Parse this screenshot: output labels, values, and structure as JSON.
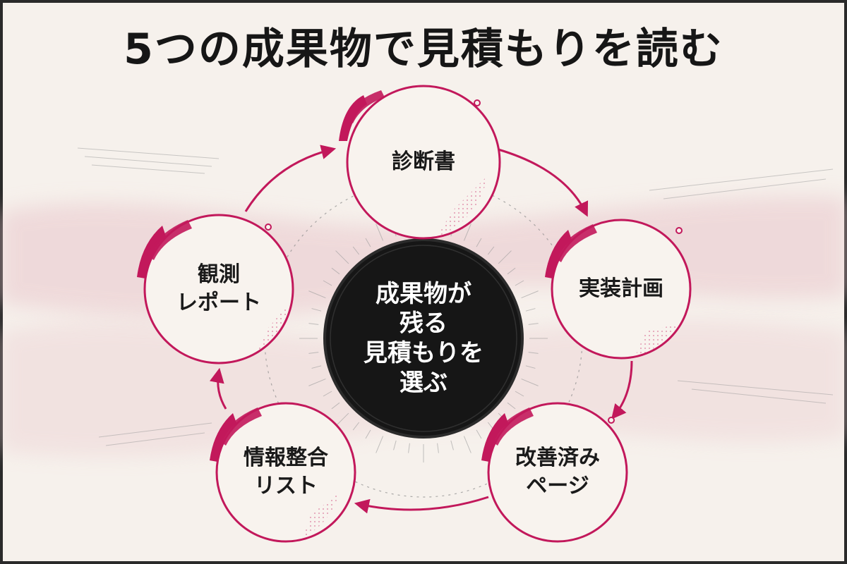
{
  "title": "5つの成果物で見積もりを読む",
  "center": {
    "label": "成果物が\n残る\n見積もりを\n選ぶ"
  },
  "nodes": [
    {
      "label": "診断書"
    },
    {
      "label": "実装計画"
    },
    {
      "label": "改善済み\nページ"
    },
    {
      "label": "情報整合\nリスト"
    },
    {
      "label": "観測\nレポート"
    }
  ],
  "colors": {
    "accent": "#c2185b",
    "dark": "#161616",
    "background": "#f6f1ec"
  }
}
